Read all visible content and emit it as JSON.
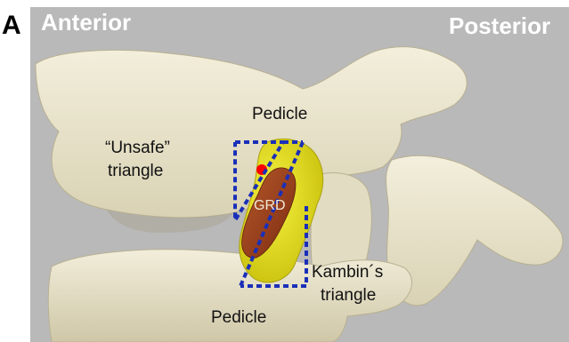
{
  "figure": {
    "panel_letter": "A",
    "orientation_left": "Anterior",
    "orientation_right": "Posterior"
  },
  "labels": {
    "pedicle_top": "Pedicle",
    "unsafe_triangle_line1": "“Unsafe”",
    "unsafe_triangle_line2": "triangle",
    "grd": "GRD",
    "kambin_line1": "Kambin´s",
    "kambin_line2": "triangle",
    "pedicle_bottom": "Pedicle"
  },
  "colors": {
    "background": "#b9b9b9",
    "bone": "#ebe6cf",
    "bone_shadow": "#cfc7a8",
    "ganglion": "#e8e21a",
    "grd": "#9a3a1a",
    "triangle_outline": "#1a2fb8",
    "marker": "#ff0000"
  }
}
